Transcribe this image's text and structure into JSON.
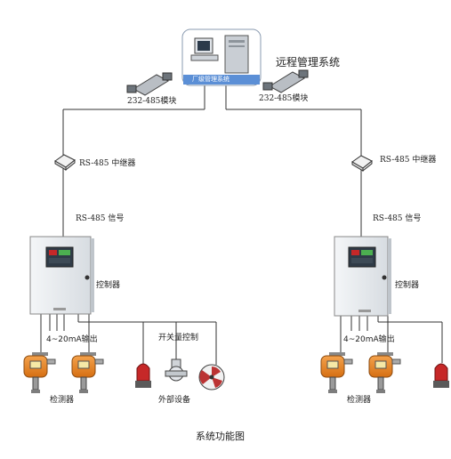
{
  "remote_system_label": "远程管理系统",
  "plant_system_label": "厂级管理系统",
  "module_left": "232-485模块",
  "module_right": "232-485模块",
  "repeater_left": "RS-485 中继器",
  "repeater_right": "RS-485 中继器",
  "signal_left": "RS-485 信号",
  "signal_right": "RS-485 信号",
  "controller_left": "控制器",
  "controller_right": "控制器",
  "output_left": "4~20mA输出",
  "output_right": "4~20mA输出",
  "switch_control": "开关量控制",
  "detector_left": "检测器",
  "detector_right": "检测器",
  "external_device": "外部设备",
  "caption": "系统功能图",
  "colors": {
    "wire": "#333333",
    "cabinet": "#e9ecef",
    "detector_orange": "#e98a2a",
    "alarm_red": "#c62828",
    "plant_bar": "#5b8fd6"
  }
}
